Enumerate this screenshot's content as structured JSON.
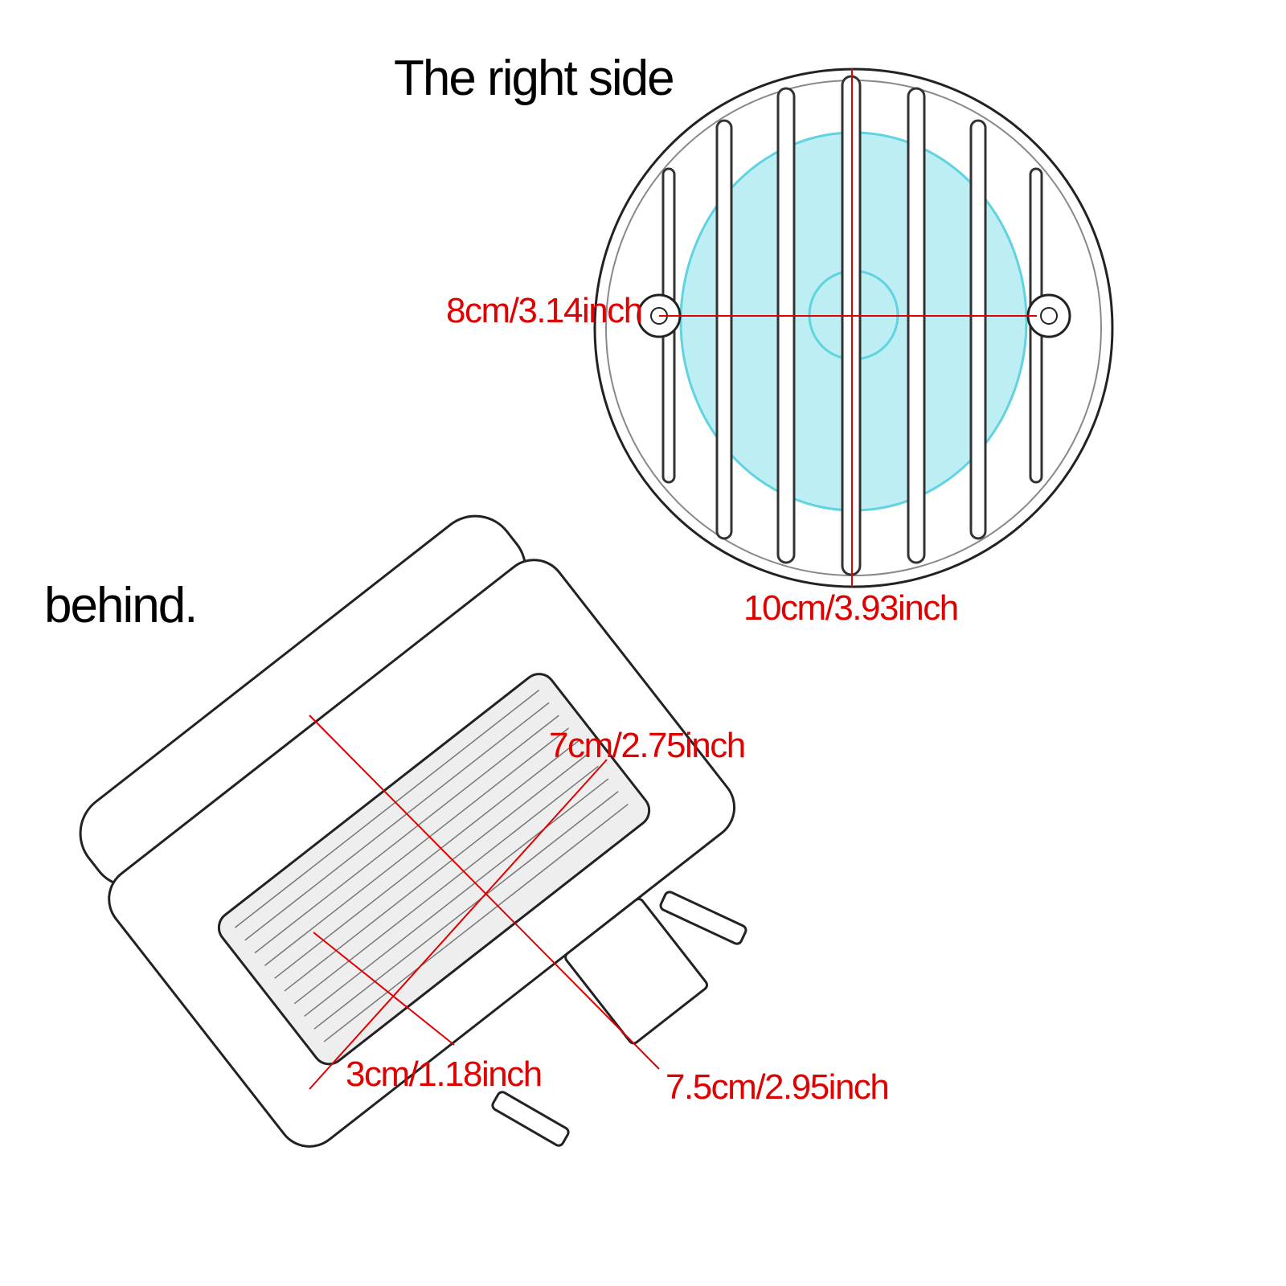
{
  "headings": {
    "right_side": "The right side",
    "behind": "behind."
  },
  "dimensions": {
    "front_bolt_spacing": "8cm/3.14inch",
    "front_diameter": "10cm/3.93inch",
    "rear_lens_width": "7cm/2.75inch",
    "rear_lens_height": "3cm/1.18inch",
    "rear_housing_length": "7.5cm/2.95inch"
  },
  "colors": {
    "dimension": "#e00000",
    "lens": "#5fd3e0",
    "outline": "#222222"
  }
}
